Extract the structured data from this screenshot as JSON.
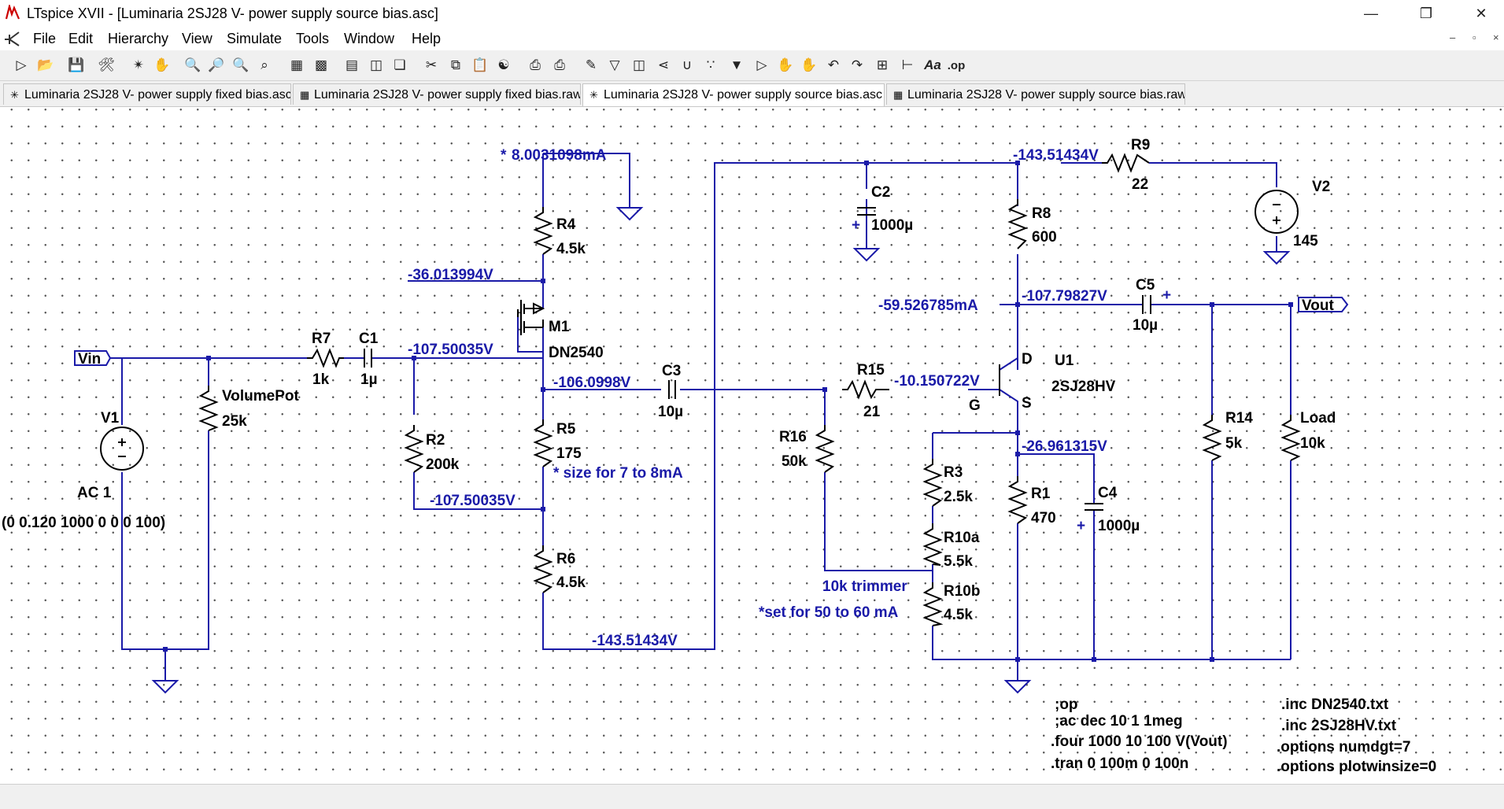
{
  "window": {
    "title": "LTspice XVII - [Luminaria 2SJ28 V- power supply source bias.asc]"
  },
  "menu": [
    "File",
    "Edit",
    "Hierarchy",
    "View",
    "Simulate",
    "Tools",
    "Window",
    "Help"
  ],
  "tabs": [
    {
      "label": "Luminaria 2SJ28 V- power supply fixed bias.asc",
      "icon": "schematic-icon",
      "active": false
    },
    {
      "label": "Luminaria 2SJ28 V- power supply fixed bias.raw",
      "icon": "waveform-icon",
      "active": false
    },
    {
      "label": "Luminaria 2SJ28 V- power supply source bias.asc",
      "icon": "schematic-icon",
      "active": true
    },
    {
      "label": "Luminaria 2SJ28 V- power supply source bias.raw",
      "icon": "waveform-icon",
      "active": false
    }
  ],
  "toolbar": [
    "new",
    "open",
    "save",
    "control-panel",
    "run",
    "halt",
    "zoom-in",
    "pan",
    "zoom-out",
    "zoom-fit",
    "autorange",
    "waveform",
    "tile-h",
    "tile-v",
    "cascade",
    "cut",
    "copy",
    "paste",
    "find",
    "print",
    "print-setup",
    "draw-wire",
    "ground",
    "label-net",
    "resistor",
    "capacitor",
    "inductor",
    "diode",
    "component",
    "move",
    "drag",
    "undo",
    "redo",
    "rotate",
    "mirror",
    "text",
    "spice-directive"
  ],
  "schematic": {
    "parts": {
      "V1": {
        "name": "V1",
        "value": "AC 1",
        "value2": "(0 0.120 1000 0 0 0 100)"
      },
      "V2": {
        "name": "V2",
        "value": "145"
      },
      "R1": {
        "name": "R1",
        "value": "470"
      },
      "R2": {
        "name": "R2",
        "value": "200k"
      },
      "R3": {
        "name": "R3",
        "value": "2.5k"
      },
      "R4": {
        "name": "R4",
        "value": "4.5k"
      },
      "R5": {
        "name": "R5",
        "value": "175"
      },
      "R6": {
        "name": "R6",
        "value": "4.5k"
      },
      "R7": {
        "name": "R7",
        "value": "1k"
      },
      "R8": {
        "name": "R8",
        "value": "600"
      },
      "R9": {
        "name": "R9",
        "value": "22"
      },
      "R10a": {
        "name": "R10a",
        "value": "5.5k"
      },
      "R10b": {
        "name": "R10b",
        "value": "4.5k"
      },
      "R14": {
        "name": "R14",
        "value": "5k"
      },
      "R15": {
        "name": "R15",
        "value": "21"
      },
      "R16": {
        "name": "R16",
        "value": "50k"
      },
      "VolumePot": {
        "name": "VolumePot",
        "value": "25k"
      },
      "Load": {
        "name": "Load",
        "value": "10k"
      },
      "C1": {
        "name": "C1",
        "value": "1µ"
      },
      "C2": {
        "name": "C2",
        "value": "1000µ"
      },
      "C3": {
        "name": "C3",
        "value": "10µ"
      },
      "C4": {
        "name": "C4",
        "value": "1000µ"
      },
      "C5": {
        "name": "C5",
        "value": "10µ"
      },
      "M1": {
        "name": "M1",
        "value": "DN2540"
      },
      "U1": {
        "name": "U1",
        "value": "2SJ28HV",
        "pin_d": "D",
        "pin_g": "G",
        "pin_s": "S"
      }
    },
    "net_labels": {
      "vin": "Vin",
      "vout": "Vout"
    },
    "voltages": {
      "v1": "-36.013994V",
      "v2": "-107.50035V",
      "v3": "-106.0998V",
      "v4": "-107.50035V",
      "v5": "-143.51434V",
      "v6": "-143.51434V",
      "v7": "-107.79827V",
      "v8": "-10.150722V",
      "v9": "-26.961315V"
    },
    "currents": {
      "i1": "8.0031098mA",
      "i2": "-59.526785mA"
    },
    "comments": {
      "c1": "* size for 7 to 8mA",
      "c2": "10k trimmer",
      "c3": "*set for 50 to 60 mA"
    },
    "directives": [
      ";op",
      ";ac dec 10 1 1meg",
      ".four 1000 10 100 V(Vout)",
      ".tran 0 100m 0 100n",
      ".inc DN2540.txt",
      ".inc 2SJ28HV.txt",
      ".options numdgt=7",
      ".options plotwinsize=0"
    ]
  }
}
